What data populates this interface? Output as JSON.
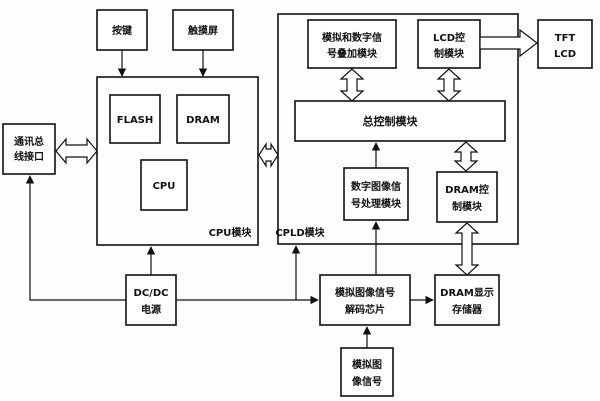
{
  "diagram": {
    "blocks": {
      "keypad": "按键",
      "touchscreen": "触摸屏",
      "flash": "FLASH",
      "dram": "DRAM",
      "cpu": "CPU",
      "cpu_module": "CPU模块",
      "comm_bus_line1": "通讯总",
      "comm_bus_line2": "线接口",
      "dcdc_line1": "DC/DC",
      "dcdc_line2": "电源",
      "mix_line1": "模拟和数字信",
      "mix_line2": "号叠加模块",
      "lcd_ctrl_line1": "LCD控",
      "lcd_ctrl_line2": "制模块",
      "tft_line1": "TFT",
      "tft_line2": "LCD",
      "master_ctrl": "总控制模块",
      "digital_proc_line1": "数字图像信",
      "digital_proc_line2": "号处理模块",
      "dram_ctrl_line1": "DRAM控",
      "dram_ctrl_line2": "制模块",
      "cpld_module": "CPLD模块",
      "decoder_line1": "模拟图像信号",
      "decoder_line2": "解码芯片",
      "dram_display_line1": "DRAM显示",
      "dram_display_line2": "存储器",
      "analog_in_line1": "模拟图",
      "analog_in_line2": "像信号"
    }
  }
}
